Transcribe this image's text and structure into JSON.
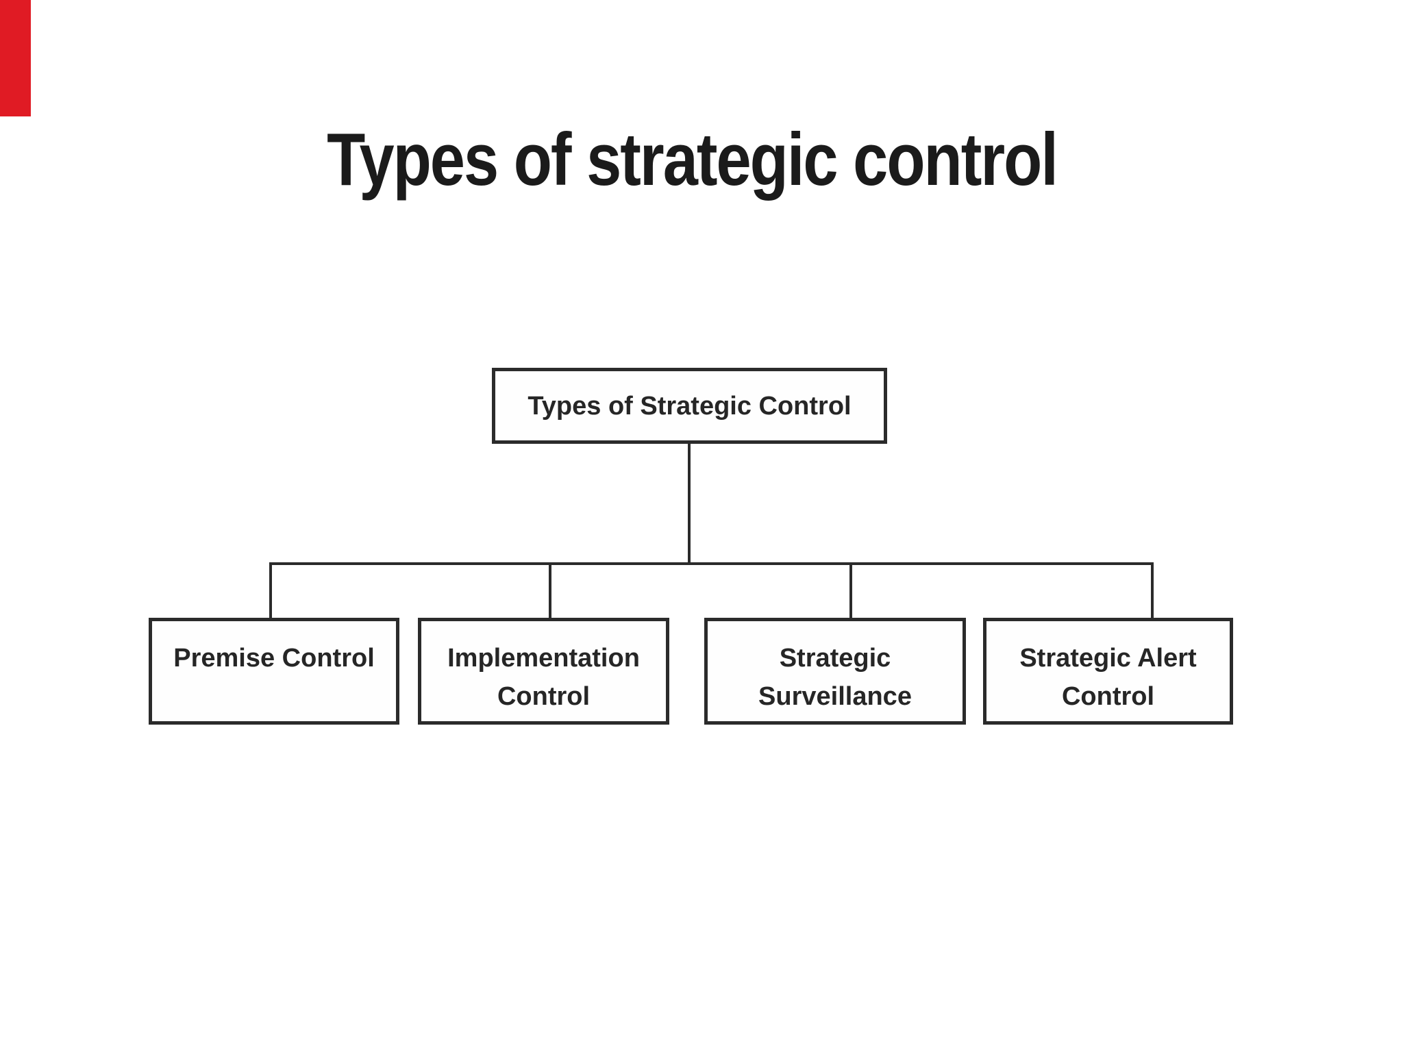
{
  "slide": {
    "title": "Types of strategic control"
  },
  "decorations": {
    "red_edge_bar_color": "#e01b24",
    "line_color": "#2b2b2b",
    "background_color": "#ffffff"
  },
  "diagram": {
    "type": "hierarchy",
    "root": {
      "label": "Types of Strategic Control"
    },
    "children": [
      {
        "lines": [
          "Premise Control"
        ]
      },
      {
        "lines": [
          "Implementation",
          "Control"
        ]
      },
      {
        "lines": [
          "Strategic",
          "Surveillance"
        ]
      },
      {
        "lines": [
          "Strategic Alert",
          "Control"
        ]
      }
    ]
  }
}
